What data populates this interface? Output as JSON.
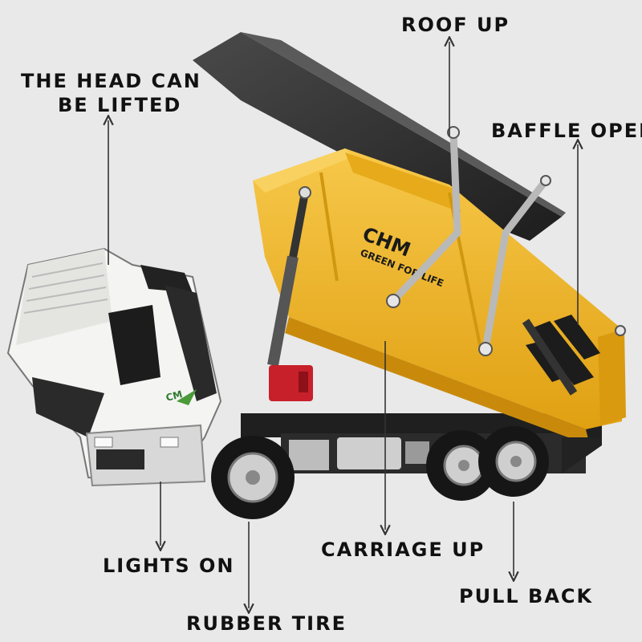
{
  "callouts": {
    "roof_up": "ROOF UP",
    "head_lift_line1": "THE HEAD CAN",
    "head_lift_line2": "BE LIFTED",
    "baffle_open": "BAFFLE OPEN",
    "lights_on": "LIGHTS ON",
    "carriage_up": "CARRIAGE UP",
    "pull_back": "PULL BACK",
    "rubber_tire": "RUBBER TIRE"
  },
  "truck": {
    "brand_mark": "CHM",
    "bed_slogan": "GREEN FOR LIFE",
    "cab_badge": "CM"
  },
  "colors": {
    "background": "#e9e9e9",
    "bed_yellow": "#f0b51c",
    "cab_white": "#f4f4f2",
    "roof_black": "#2a2a2a",
    "arrow": "#333333"
  }
}
